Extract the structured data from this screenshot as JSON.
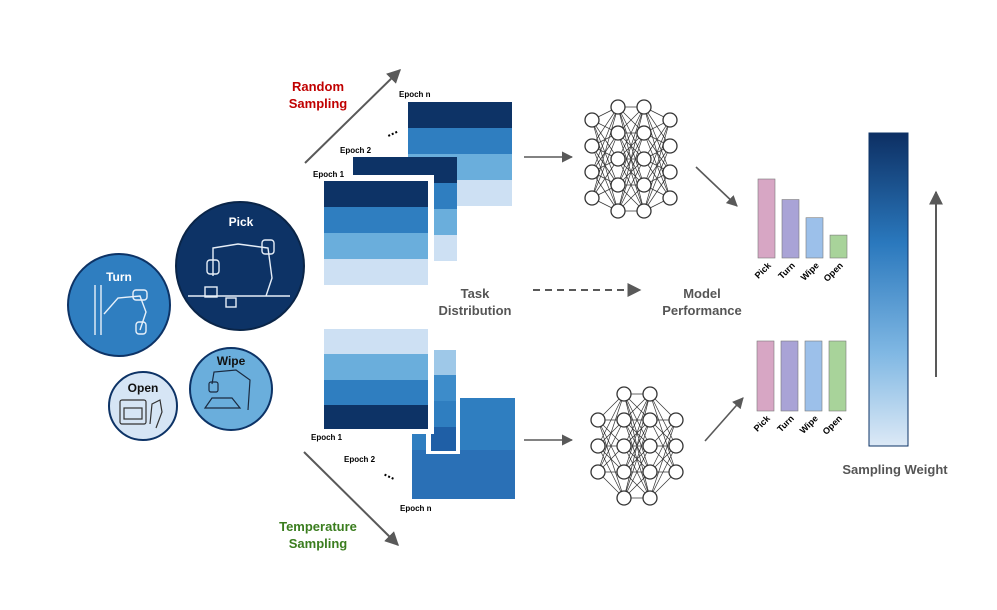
{
  "colors": {
    "dark_navy": "#0d3366",
    "blue_1": "#2f7ec0",
    "blue_2": "#69aedc",
    "pale_blue": "#cde0f3",
    "red": "#c00000",
    "green": "#3a7d1e",
    "grey_text": "#555555",
    "arrow_grey": "#595959",
    "bar_pick": "#d7a6c4",
    "bar_turn": "#a9a3d6",
    "bar_wipe": "#9cc0ea",
    "bar_open": "#a8d39a"
  },
  "tasks": {
    "pick": "Pick",
    "turn": "Turn",
    "open": "Open",
    "wipe": "Wipe"
  },
  "random": {
    "title_line1": "Random",
    "title_line2": "Sampling",
    "epoch_1": "Epoch 1",
    "epoch_2": "Epoch 2",
    "epoch_n": "Epoch n",
    "ellipsis": "..."
  },
  "temperature": {
    "title_line1": "Temperature",
    "title_line2": "Sampling",
    "epoch_1": "Epoch 1",
    "epoch_2": "Epoch 2",
    "epoch_n": "Epoch n",
    "ellipsis": "..."
  },
  "middle": {
    "task_line1": "Task",
    "task_line2": "Distribution",
    "perf_line1": "Model",
    "perf_line2": "Performance"
  },
  "bars_top": {
    "labels": [
      "Pick",
      "Turn",
      "Wipe",
      "Open"
    ],
    "values": [
      1.0,
      0.74,
      0.51,
      0.29
    ]
  },
  "bars_bottom": {
    "labels": [
      "Pick",
      "Turn",
      "Wipe",
      "Open"
    ],
    "values": [
      1.0,
      1.0,
      1.0,
      1.0
    ]
  },
  "sampling_weight": {
    "label": "Sampling Weight"
  }
}
